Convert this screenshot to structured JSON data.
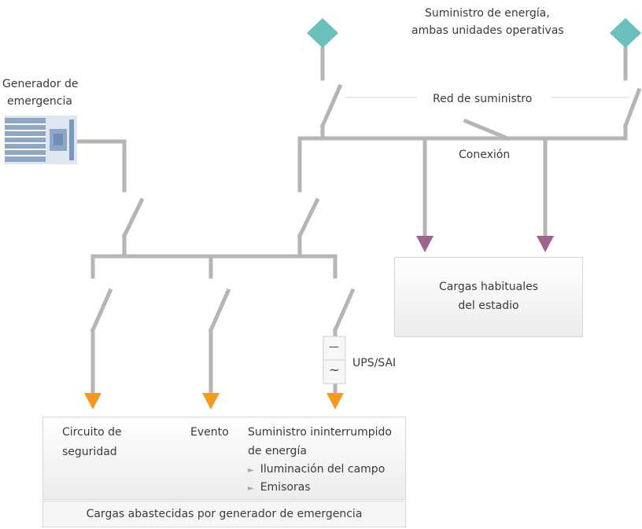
{
  "supply": {
    "label_line1": "Suministro de energía,",
    "label_line2": "ambas unidades operativas"
  },
  "generator": {
    "label_line1": "Generador de",
    "label_line2": "emergencia"
  },
  "network": {
    "label": "Red de suministro"
  },
  "connection": {
    "label": "Conexión"
  },
  "stadium_loads": {
    "line1": "Cargas habituales",
    "line2": "del estadio"
  },
  "ups": {
    "label": "UPS/SAI",
    "dc_symbol": "—",
    "ac_symbol": "~"
  },
  "emergency_loads": {
    "safety_line1": "Circuito de",
    "safety_line2": "seguridad",
    "event": "Evento",
    "ups_line1": "Suministro ininterrumpido",
    "ups_line2": "de energía",
    "bullets": [
      "Iluminación del campo",
      "Emisoras"
    ],
    "footer": "Cargas abastecidas por generador de emergencia"
  },
  "colors": {
    "line": "#b5b5b5",
    "diamond": "#6bc0bb",
    "arrow_emergency": "#f39a1e",
    "arrow_normal": "#a0628f",
    "generator": "#8fa8c8"
  },
  "icons": {
    "supply_left": "diamond-icon",
    "supply_right": "diamond-icon",
    "generator": "generator-icon",
    "bullet": "triangle-right-icon"
  }
}
